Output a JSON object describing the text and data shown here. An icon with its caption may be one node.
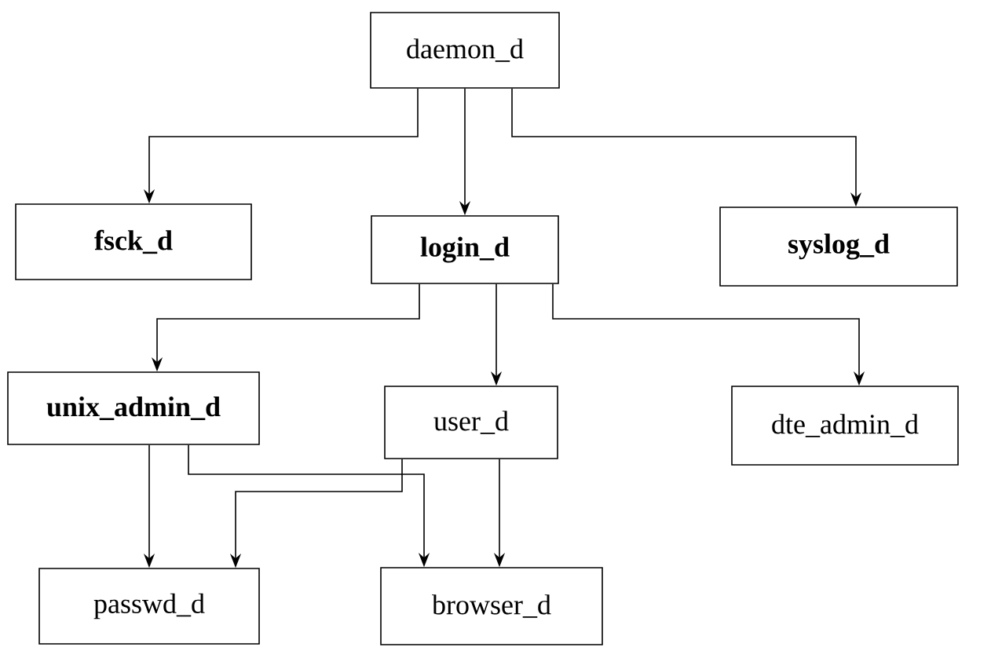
{
  "diagram": {
    "nodes": [
      {
        "text": [
          "daemon_d"
        ]
      },
      {
        "text": [
          "fsck_d"
        ]
      },
      {
        "text": [
          "login_d"
        ]
      },
      {
        "text": [
          "syslog_d"
        ]
      },
      {
        "text": [
          "unix_admin_d"
        ]
      },
      {
        "text": [
          "user_d"
        ]
      },
      {
        "text": [
          "dte_admin_d"
        ]
      },
      {
        "text": [
          "passwd_d"
        ]
      },
      {
        "text": [
          "browser_d"
        ]
      }
    ],
    "edges": [
      {
        "from": 0,
        "to": 1,
        "arrow": "to"
      },
      {
        "from": 0,
        "to": 2,
        "arrow": "to"
      },
      {
        "from": 0,
        "to": 3,
        "arrow": "to"
      },
      {
        "from": 2,
        "to": 4,
        "arrow": "to"
      },
      {
        "from": 2,
        "to": 5,
        "arrow": "to"
      },
      {
        "from": 2,
        "to": 6,
        "arrow": "to"
      },
      {
        "from": 4,
        "to": 7,
        "arrow": "to"
      },
      {
        "from": 4,
        "to": 8,
        "arrow": "to"
      },
      {
        "from": 5,
        "to": 7,
        "arrow": "to"
      },
      {
        "from": 5,
        "to": 8,
        "arrow": "to"
      }
    ]
  }
}
